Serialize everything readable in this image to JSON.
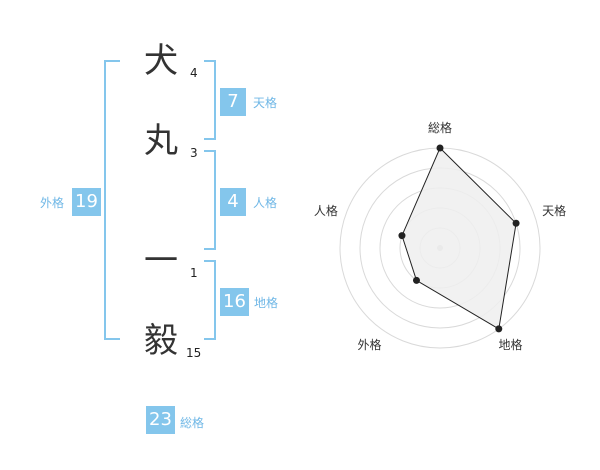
{
  "name": {
    "chars": [
      {
        "char": "犬",
        "strokes": "4"
      },
      {
        "char": "丸",
        "strokes": "3"
      },
      {
        "char": "一",
        "strokes": "1"
      },
      {
        "char": "毅",
        "strokes": "15"
      }
    ]
  },
  "scores": {
    "tenkaku": {
      "value": "7",
      "label": "天格"
    },
    "jinkaku": {
      "value": "4",
      "label": "人格"
    },
    "chikaku": {
      "value": "16",
      "label": "地格"
    },
    "gaikaku": {
      "value": "19",
      "label": "外格"
    },
    "soukaku": {
      "value": "23",
      "label": "総格"
    }
  },
  "radar": {
    "axes": [
      "総格",
      "天格",
      "地格",
      "外格",
      "人格"
    ],
    "levels": [
      4,
      3,
      4,
      1,
      1
    ],
    "max": 4,
    "colors": {
      "grid": "#d9d9d9",
      "fill": "#eeeeee",
      "line": "#222222",
      "center": "#cccccc"
    }
  }
}
